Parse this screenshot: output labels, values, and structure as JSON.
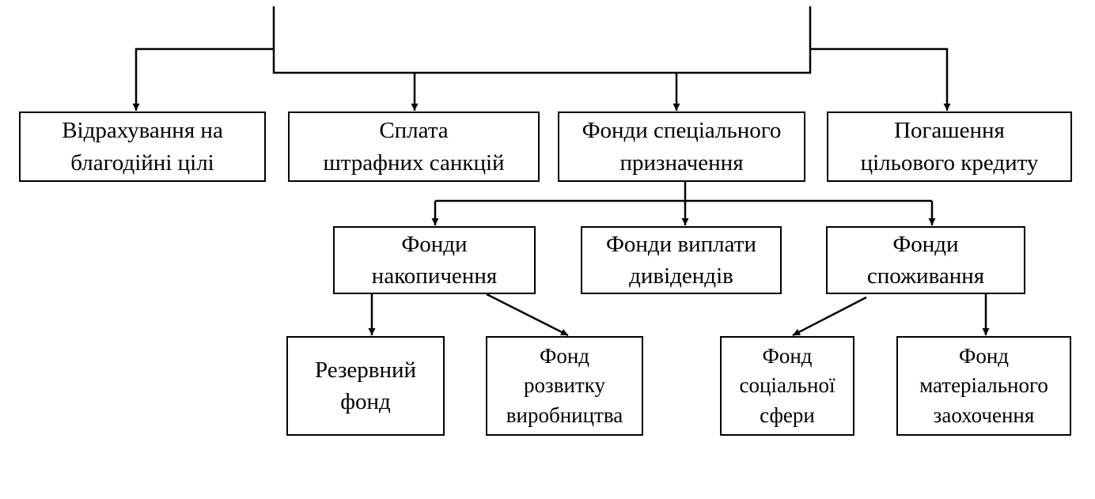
{
  "diagram": {
    "level1": [
      {
        "id": "charity",
        "lines": [
          "Відрахування на",
          "благодійні цілі"
        ]
      },
      {
        "id": "fines",
        "lines": [
          "Сплата",
          "штрафних санкцій"
        ]
      },
      {
        "id": "special-funds",
        "lines": [
          "Фонди спеціального",
          "призначення"
        ]
      },
      {
        "id": "loan",
        "lines": [
          "Погашення",
          "цільового кредиту"
        ]
      }
    ],
    "level2": [
      {
        "id": "accumulation",
        "lines": [
          "Фонди",
          "накопичення"
        ]
      },
      {
        "id": "dividends",
        "lines": [
          "Фонди виплати",
          "дивідендів"
        ]
      },
      {
        "id": "consumption",
        "lines": [
          "Фонди",
          "споживання"
        ]
      }
    ],
    "level3": [
      {
        "id": "reserve",
        "lines": [
          "Резервний",
          "фонд"
        ]
      },
      {
        "id": "development",
        "lines": [
          "Фонд",
          "розвитку",
          "виробництва"
        ]
      },
      {
        "id": "social",
        "lines": [
          "Фонд",
          "соціальної",
          "сфери"
        ]
      },
      {
        "id": "incentive",
        "lines": [
          "Фонд",
          "матеріального",
          "заохочення"
        ]
      }
    ]
  }
}
